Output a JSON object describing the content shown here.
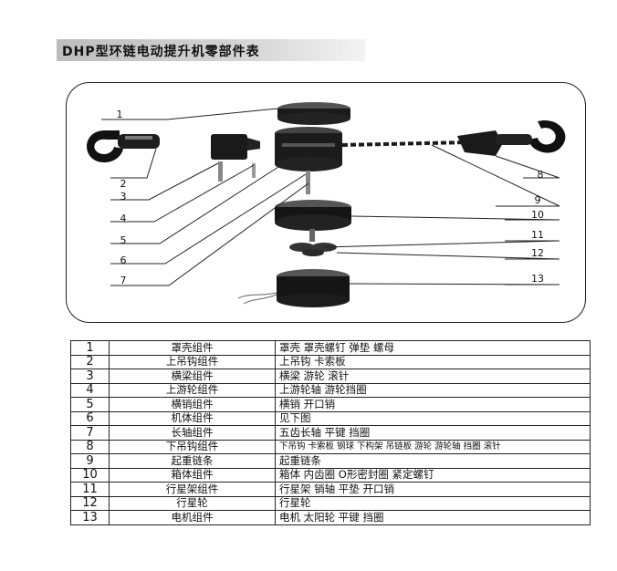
{
  "title": "DHP型环链电动提升机零部件表",
  "callouts": [
    "1",
    "2",
    "3",
    "4",
    "5",
    "6",
    "7",
    "8",
    "9",
    "10",
    "11",
    "12",
    "13"
  ],
  "parts": [
    {
      "num": "1",
      "name": "罩壳组件",
      "desc": "罩壳  罩壳螺钉  弹垫  螺母"
    },
    {
      "num": "2",
      "name": "上吊钩组件",
      "desc": "上吊钩  卡索板"
    },
    {
      "num": "3",
      "name": "横梁组件",
      "desc": "横梁  游轮  滚针"
    },
    {
      "num": "4",
      "name": "上游轮组件",
      "desc": "上游轮轴  游轮挡圈"
    },
    {
      "num": "5",
      "name": "横销组件",
      "desc": "横销  开口销"
    },
    {
      "num": "6",
      "name": "机体组件",
      "desc": "见下图"
    },
    {
      "num": "7",
      "name": "长轴组件",
      "desc": "五齿长轴  平键  挡圈"
    },
    {
      "num": "8",
      "name": "下吊钩组件",
      "desc": "下吊钩 卡索板 钢球 下构架 吊链板 游轮 游轮轴 挡圈 滚针"
    },
    {
      "num": "9",
      "name": "起重链条",
      "desc": "起重链条"
    },
    {
      "num": "10",
      "name": "箱体组件",
      "desc": "箱体  内齿圈  O形密封圈  紧定螺钉"
    },
    {
      "num": "11",
      "name": "行星架组件",
      "desc": "行星架  销轴  平垫  开口销"
    },
    {
      "num": "12",
      "name": "行星轮",
      "desc": "行星轮"
    },
    {
      "num": "13",
      "name": "电机组件",
      "desc": "电机  太阳轮  平键  挡圈"
    }
  ]
}
